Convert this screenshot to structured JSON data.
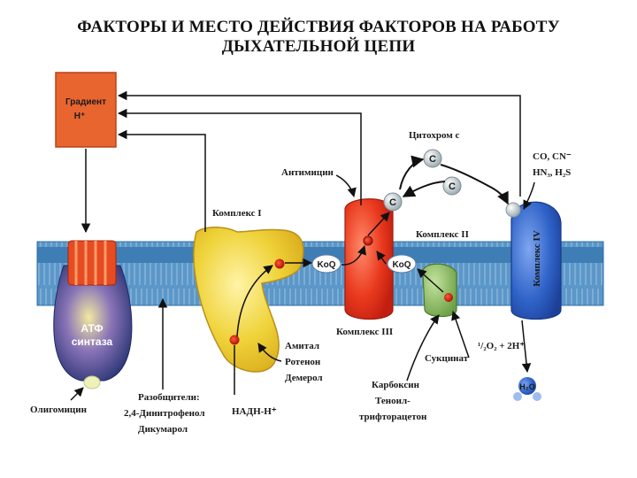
{
  "title": {
    "line1": "ФАКТОРЫ И МЕСТО ДЕЙСТВИЯ ФАКТОРОВ НА РАБОТУ",
    "line2": "ДЫХАТЕЛЬНОЙ ЦЕПИ"
  },
  "gradient": {
    "line1": "Градиент",
    "line2": "Н⁺"
  },
  "cytochrome_c": {
    "label": "Цитохром с",
    "molecule": "C"
  },
  "inhibitors": {
    "antimycin": "Антимицин",
    "complex4": {
      "line1": "CO, CN⁻",
      "line2": "HN₃, H₂S"
    },
    "complex1": {
      "line1": "Амитал",
      "line2": "Ротенон",
      "line3": "Демерол"
    },
    "complex2": {
      "line1": "Карбоксин",
      "line2": "Теноил-",
      "line3": "трифторацетон"
    },
    "atp_synthase": "Олигомицин"
  },
  "uncouplers": {
    "line1": "Разобщители:",
    "line2": "2,4-Динитрофенол",
    "line3": "Дикумарол"
  },
  "complexes": {
    "c1": "Комплекс I",
    "c2": "Комплекс II",
    "c3": "Комплекс III",
    "c4": "Комплекс IV"
  },
  "coq": "KoQ",
  "atp_synthase": {
    "line1": "АТФ",
    "line2": "синтаза"
  },
  "substrates": {
    "nadh": "НАДН-Н⁺",
    "succinate": "Сукцинат",
    "oxygen": "¹/₂O₂ + 2H⁺",
    "water": "H₂O"
  },
  "colors": {
    "membrane": "#4f8fc4",
    "complex1": "#eccd2c",
    "complex2": "#7fb357",
    "complex3": "#e8321c",
    "complex4": "#2e63c8",
    "atp_head": "#2d3f9a",
    "atp_stalk": "#e64b22",
    "gradient_box": "#e8652f",
    "cytochrome": "#a9b8be"
  }
}
